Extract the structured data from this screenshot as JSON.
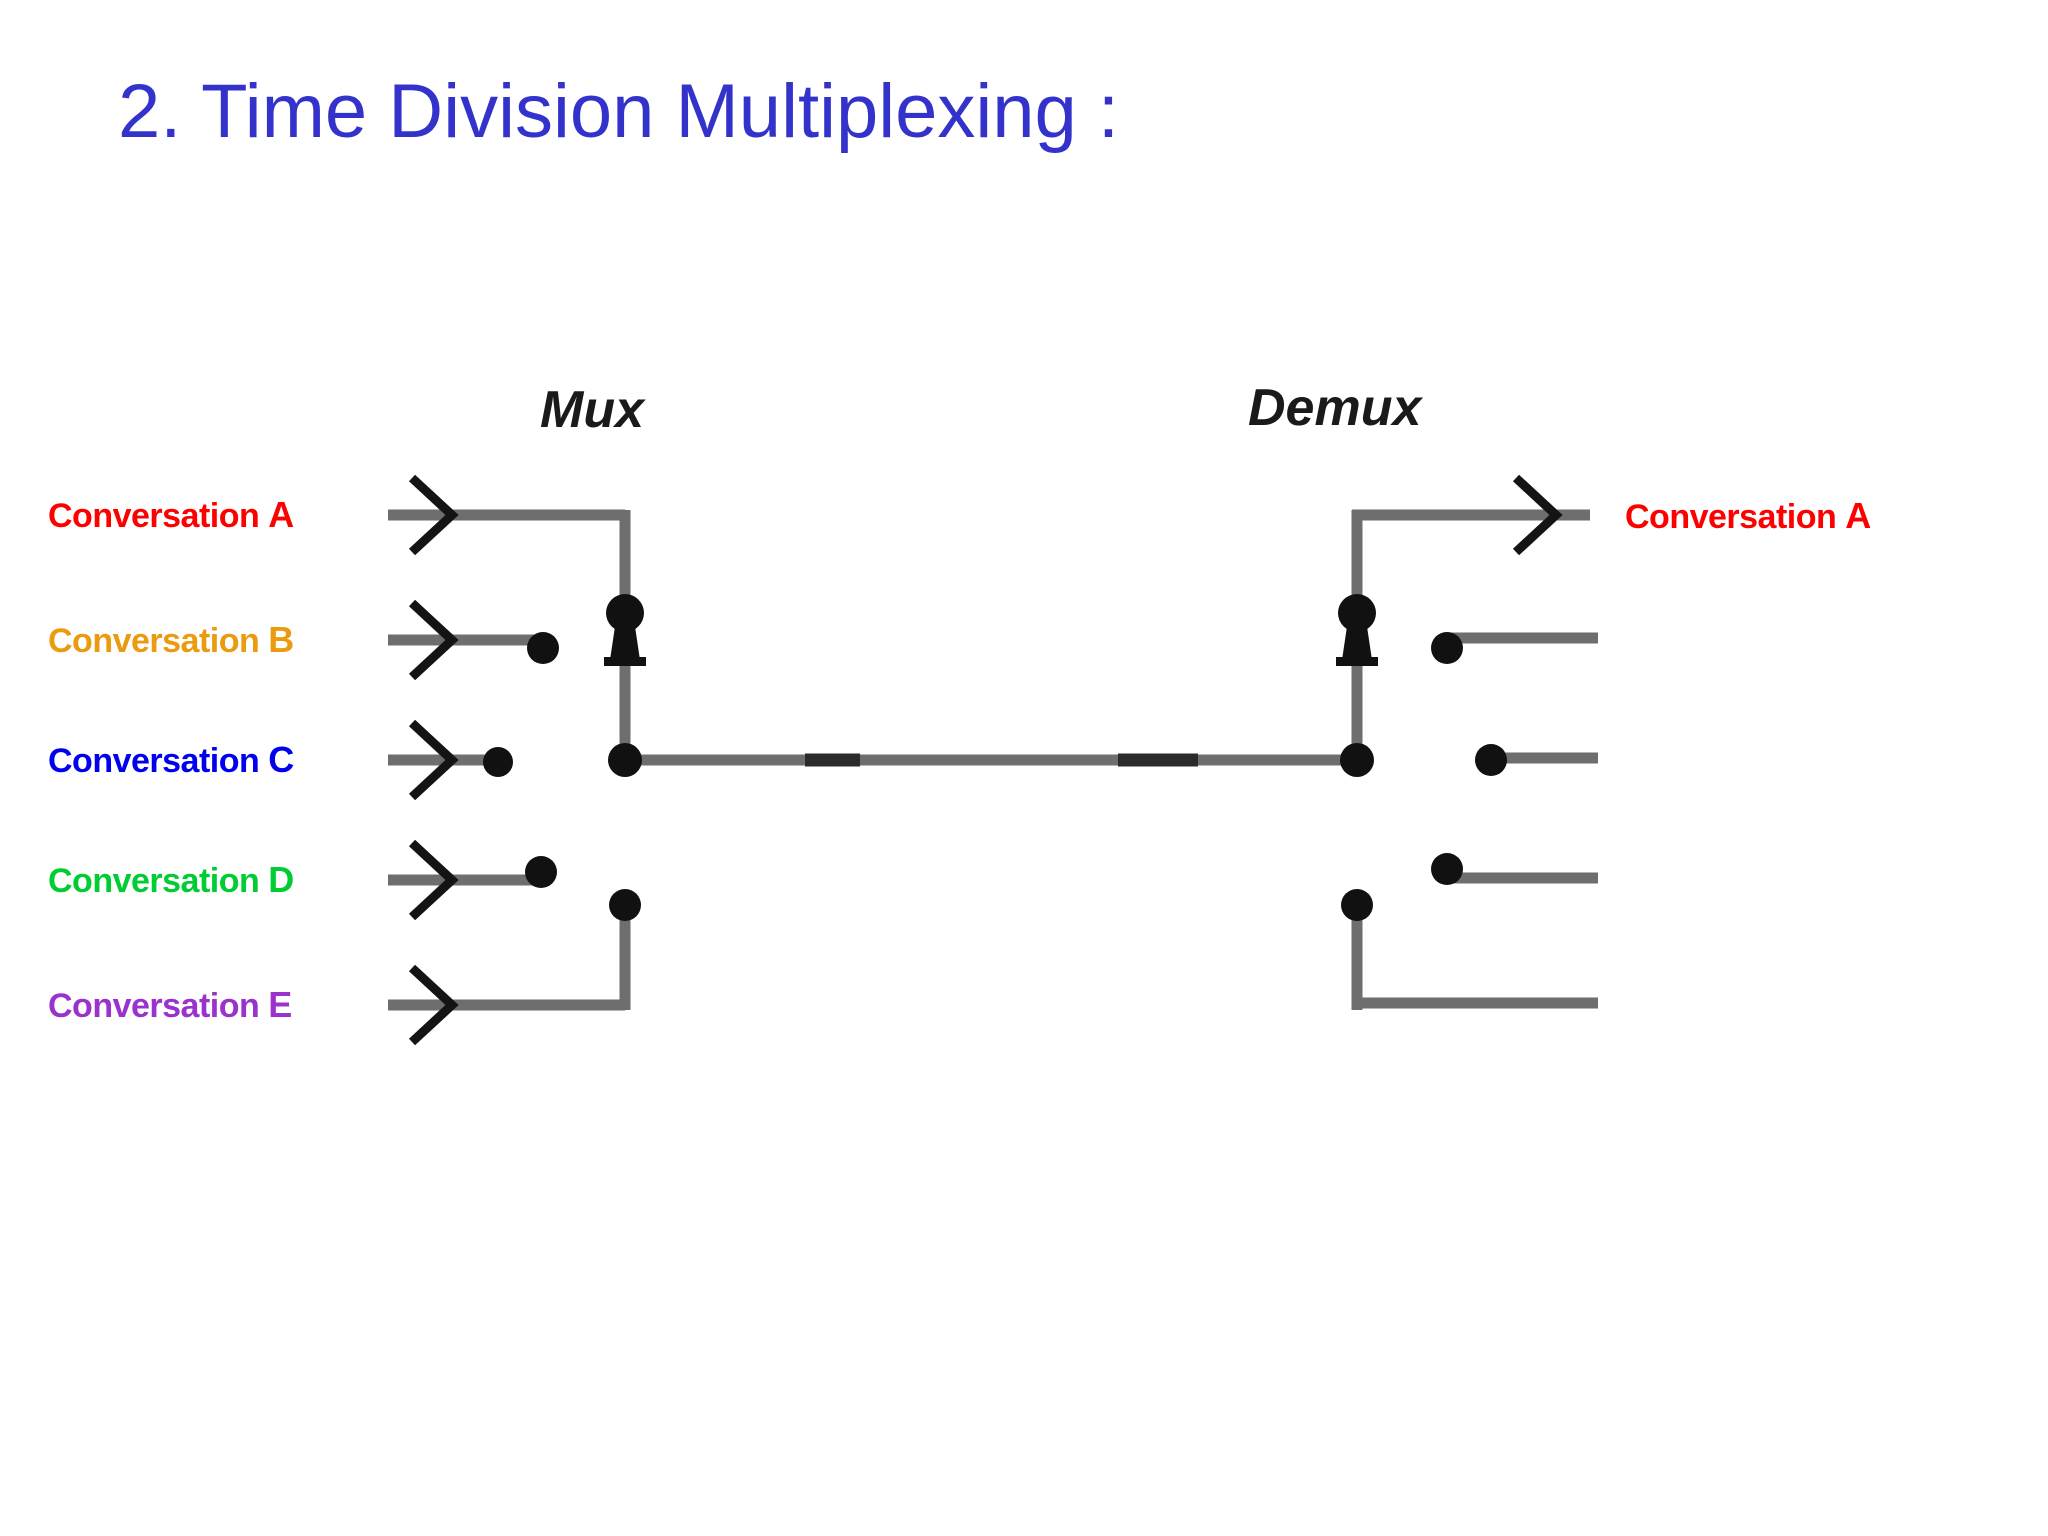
{
  "slide": {
    "title": "2. Time Division Multiplexing :",
    "title_color": "#3333cc",
    "background": "#ffffff"
  },
  "diagram": {
    "name": "time-division-multiplexing-diagram",
    "wire_color": "#6e6e6e",
    "node_color": "#111111",
    "arrow_color": "#111111",
    "mux_label": "Mux",
    "demux_label": "Demux",
    "inputs": [
      {
        "label": "Conversation",
        "tag": "A",
        "color": "#ff0000",
        "row": 1,
        "connected": true
      },
      {
        "label": "Conversation",
        "tag": "B",
        "color": "#eb9b10",
        "row": 2,
        "connected": false
      },
      {
        "label": "Conversation",
        "tag": "C",
        "color": "#0000ee",
        "row": 3,
        "connected": false
      },
      {
        "label": "Conversation",
        "tag": "D",
        "color": "#00cc33",
        "row": 4,
        "connected": false
      },
      {
        "label": "Conversation",
        "tag": "E",
        "color": "#9933cc",
        "row": 5,
        "connected": true
      }
    ],
    "outputs": [
      {
        "label": "Conversation",
        "tag": "A",
        "color": "#ff0000",
        "row": 1,
        "connected": true
      }
    ],
    "trunk": {
      "label": "shared-time-slot-trunk",
      "dark_segments": 2
    }
  },
  "chart_data": {
    "type": "diagram",
    "title": "2. Time Division Multiplexing :",
    "description": "Schematic of a time division multiplexer (Mux) and demultiplexer (Demux) connected by a single shared trunk line carrying interleaved time slots.",
    "nodes": [
      "Conversation A",
      "Conversation B",
      "Conversation C",
      "Conversation D",
      "Conversation E",
      "Mux",
      "Demux",
      "Conversation A"
    ],
    "channels": 5,
    "active_channel": "A"
  }
}
